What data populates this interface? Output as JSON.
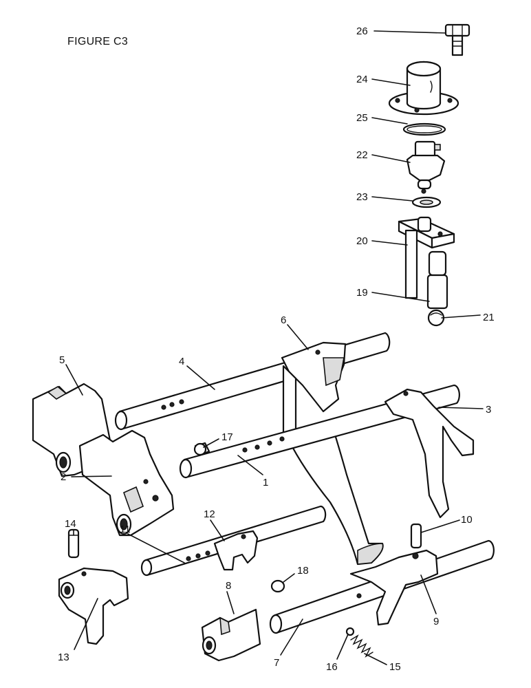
{
  "figure_title": "FIGURE C3",
  "callouts": [
    {
      "id": "26",
      "label": "26"
    },
    {
      "id": "24",
      "label": "24"
    },
    {
      "id": "25",
      "label": "25"
    },
    {
      "id": "22",
      "label": "22"
    },
    {
      "id": "23",
      "label": "23"
    },
    {
      "id": "20",
      "label": "20"
    },
    {
      "id": "19",
      "label": "19"
    },
    {
      "id": "21",
      "label": "21"
    },
    {
      "id": "6",
      "label": "6"
    },
    {
      "id": "5",
      "label": "5"
    },
    {
      "id": "4",
      "label": "4"
    },
    {
      "id": "3",
      "label": "3"
    },
    {
      "id": "17",
      "label": "17"
    },
    {
      "id": "2",
      "label": "2"
    },
    {
      "id": "1",
      "label": "1"
    },
    {
      "id": "12",
      "label": "12"
    },
    {
      "id": "14",
      "label": "14"
    },
    {
      "id": "11",
      "label": "11"
    },
    {
      "id": "10",
      "label": "10"
    },
    {
      "id": "18",
      "label": "18"
    },
    {
      "id": "8",
      "label": "8"
    },
    {
      "id": "9",
      "label": "9"
    },
    {
      "id": "13",
      "label": "13"
    },
    {
      "id": "7",
      "label": "7"
    },
    {
      "id": "16",
      "label": "16"
    },
    {
      "id": "15",
      "label": "15"
    }
  ]
}
